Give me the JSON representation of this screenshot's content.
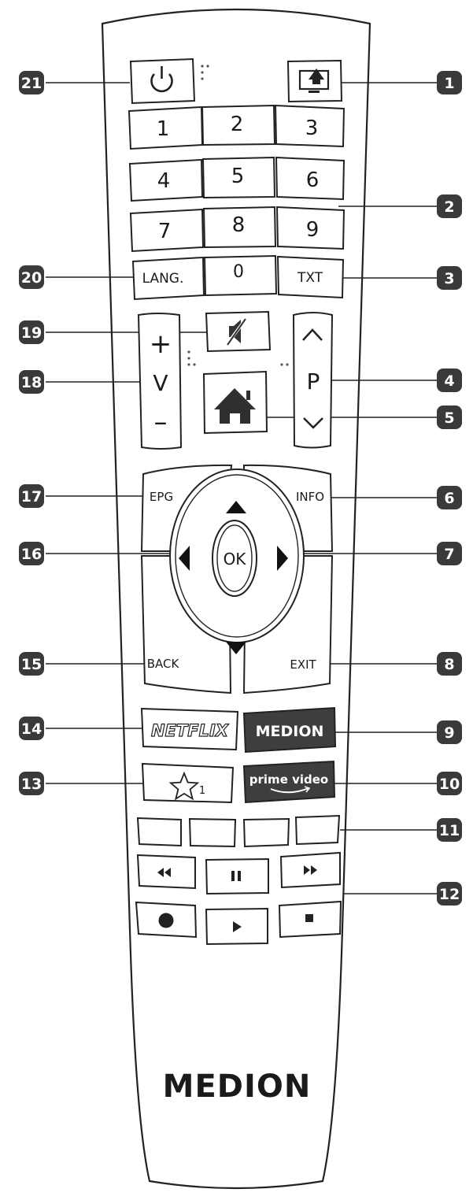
{
  "remote": {
    "keys": {
      "digits": [
        "1",
        "2",
        "3",
        "4",
        "5",
        "6",
        "7",
        "8",
        "9"
      ],
      "zero": "0",
      "lang": "LANG.",
      "txt": "TXT",
      "vol_plus": "+",
      "vol_letter": "V",
      "vol_minus": "–",
      "prog_letter": "P",
      "epg": "EPG",
      "info": "INFO",
      "ok": "OK",
      "back": "BACK",
      "exit": "EXIT",
      "netflix": "NETFLIX",
      "medion": "MEDION",
      "fav_sub": "1",
      "prime_top": "prime video"
    },
    "brand": "MEDION"
  },
  "callouts": {
    "right": [
      "1",
      "2",
      "3",
      "4",
      "5",
      "6",
      "7",
      "8",
      "9",
      "10",
      "11",
      "12"
    ],
    "left": [
      "21",
      "20",
      "19",
      "18",
      "17",
      "16",
      "15",
      "14",
      "13"
    ]
  },
  "colors": {
    "callout_fill": "#3a3a3a",
    "callout_text": "#ffffff",
    "outline": "#222222",
    "key_dark": "#3e3e3e"
  }
}
